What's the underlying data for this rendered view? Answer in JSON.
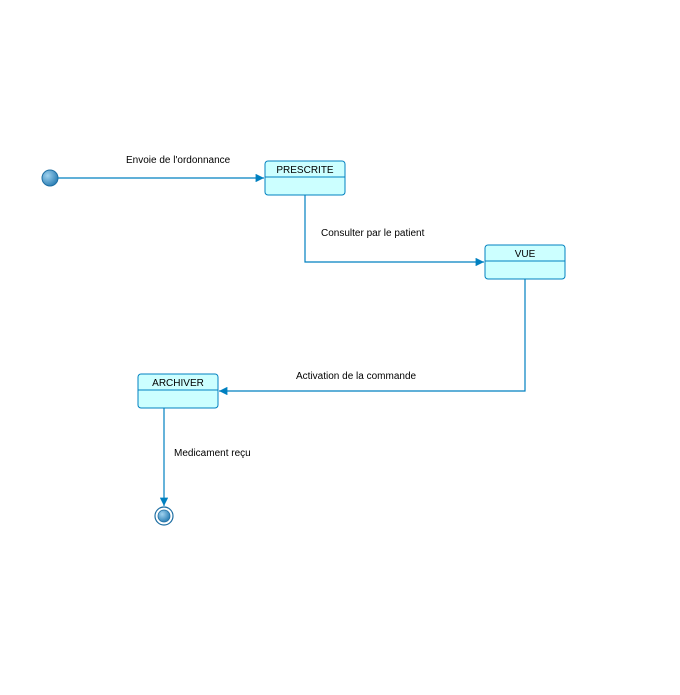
{
  "diagram": {
    "states": [
      {
        "name": "PRESCRITE"
      },
      {
        "name": "VUE"
      },
      {
        "name": "ARCHIVER"
      }
    ],
    "transitions": [
      {
        "label": "Envoie de l'ordonnance"
      },
      {
        "label": "Consulter par le patient"
      },
      {
        "label": "Activation de la commande"
      },
      {
        "label": "Medicament reçu"
      }
    ],
    "colors": {
      "state_fill": "#ccffff",
      "state_border": "#0080c0",
      "edge": "#0080c0",
      "initial_node": "#3a8fc4",
      "final_node": "#3a8fc4"
    }
  }
}
